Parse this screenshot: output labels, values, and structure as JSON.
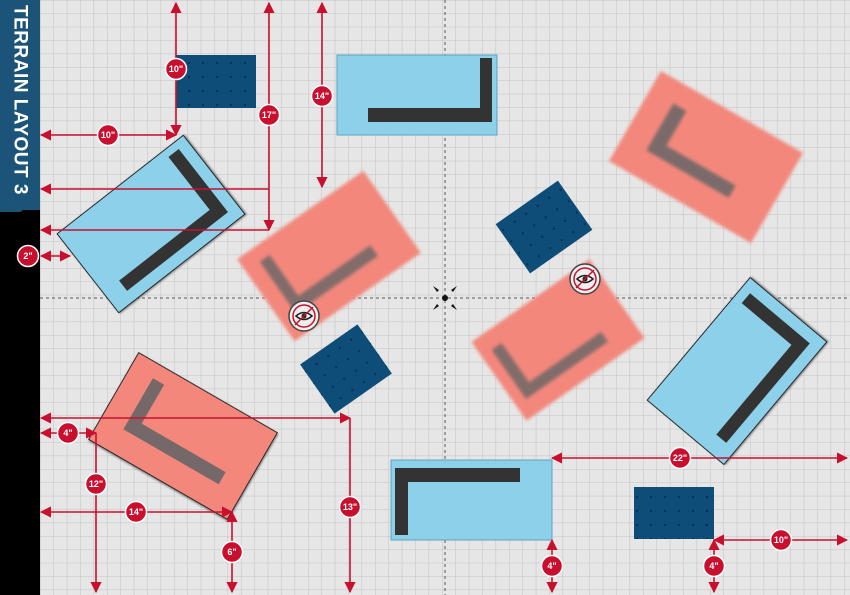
{
  "title": "TERRAIN LAYOUT 3",
  "colors": {
    "tab": "#1c5479",
    "board": "#e4e4e4",
    "grid": "#b9b9b9",
    "measure": "#c8102e",
    "light_blue": "#8dd0ea",
    "dark_blue": "#0d4d78",
    "salmon": "#f3877b",
    "ruin": "#333333"
  },
  "measurement_labels": {
    "m_10_top": "10\"",
    "m_17": "17\"",
    "m_14_top": "14\"",
    "m_10_left": "10\"",
    "m_2": "2\"",
    "m_4": "4\"",
    "m_12": "12\"",
    "m_14_bottom": "14\"",
    "m_6": "6\"",
    "m_13": "13\"",
    "m_22": "22\"",
    "m_4_bottom": "4\"",
    "m_4_right": "4\"",
    "m_10_right": "10\""
  },
  "icons": {
    "objective_marker": "eye-objective-icon",
    "center_marker": "center-crosshair-icon"
  }
}
